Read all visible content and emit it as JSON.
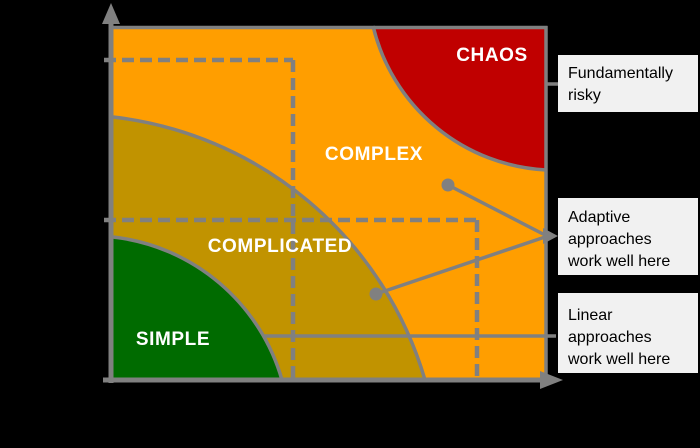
{
  "diagram": {
    "title": "complexity-zones-matrix",
    "background_color": "#000000",
    "line_color": "#808080",
    "zone_label_color": "#FFFFFF",
    "zones": {
      "simple": {
        "label": "SIMPLE",
        "color": "#006B00"
      },
      "complicated": {
        "label": "COMPLICATED",
        "color": "#C19300"
      },
      "complex": {
        "label": "COMPLEX",
        "color": "#FF9E00"
      },
      "chaos": {
        "label": "CHAOS",
        "color": "#C00000"
      }
    },
    "annotations": {
      "risky": {
        "text": "Fundamentally\nrisky"
      },
      "adaptive": {
        "text": "Adaptive\napproaches\nwork well here"
      },
      "linear": {
        "text": "Linear\napproaches\nwork well here"
      },
      "bg_color": "#F1F1F1",
      "text_color": "#000000"
    }
  }
}
